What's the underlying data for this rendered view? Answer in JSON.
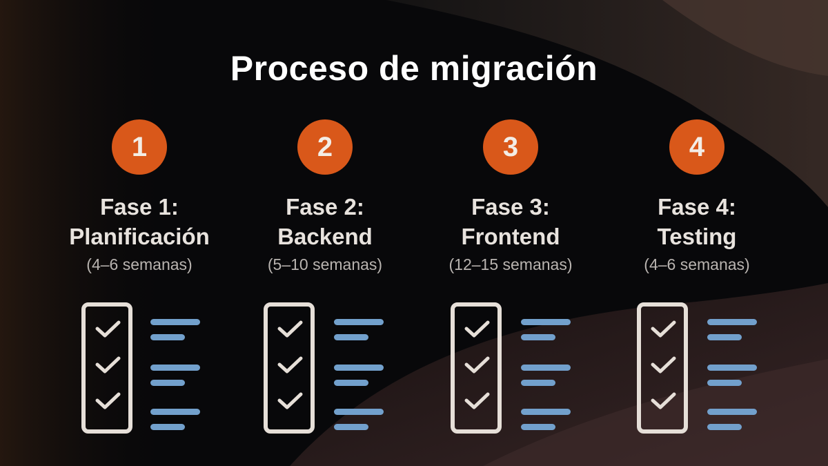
{
  "title": "Proceso de migración",
  "colors": {
    "badge": "#d9581a",
    "checklist_border": "#e6dfd8",
    "checklist_lines": "#72a0cc",
    "background": "#08080a"
  },
  "phases": [
    {
      "number": "1",
      "name": "Fase 1:",
      "subtitle": "Planificación",
      "duration": "(4–6 semanas)",
      "icon": "checklist-icon"
    },
    {
      "number": "2",
      "name": "Fase 2:",
      "subtitle": "Backend",
      "duration": "(5–10 semanas)",
      "icon": "checklist-icon"
    },
    {
      "number": "3",
      "name": "Fase 3:",
      "subtitle": "Frontend",
      "duration": "(12–15 semanas)",
      "icon": "checklist-icon"
    },
    {
      "number": "4",
      "name": "Fase 4:",
      "subtitle": "Testing",
      "duration": "(4–6 semanas)",
      "icon": "checklist-icon"
    }
  ]
}
